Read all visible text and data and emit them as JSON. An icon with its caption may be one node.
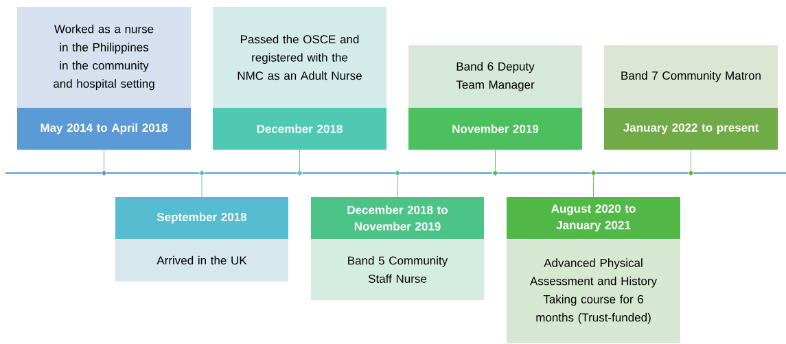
{
  "diagram": {
    "nodes": [
      {
        "text": [
          "Worked as a nurse in the Philippines in the community and hospital setting",
          "May 2014 to April 2018"
        ]
      },
      {
        "text": [
          "September 2018",
          "Arrived in the UK"
        ]
      },
      {
        "text": [
          "Passed the OSCE and registered with the NMC as an Adult Nurse",
          "December 2018"
        ]
      },
      {
        "text": [
          "December 2018 to November 2019",
          "Band 5 Community Staff Nurse"
        ]
      },
      {
        "text": [
          "Band 6 Deputy Team Manager",
          "November 2019"
        ]
      },
      {
        "text": [
          "August 2020 to January 2021",
          "Advanced Physical Assessment and History Taking course for 6 months (Trust-funded)"
        ]
      },
      {
        "text": [
          "Band 7 Community Matron",
          "January 2022 to present"
        ]
      },
      {
        "text": [],
        "shape": "diamond"
      },
      {
        "text": [],
        "shape": "diamond"
      },
      {
        "text": [],
        "shape": "diamond"
      },
      {
        "text": [],
        "shape": "diamond"
      },
      {
        "text": [],
        "shape": "diamond"
      },
      {
        "text": [],
        "shape": "diamond"
      },
      {
        "text": [],
        "shape": "diamond"
      }
    ],
    "edges": [
      {
        "from": 0,
        "to": 7,
        "arrow": "none",
        "color": "#5b9bd5"
      },
      {
        "from": 1,
        "to": 8,
        "arrow": "none",
        "color": "#56bccf"
      },
      {
        "from": 2,
        "to": 9,
        "arrow": "none",
        "color": "#4fc9b4"
      },
      {
        "from": 3,
        "to": 10,
        "arrow": "none"
      },
      {
        "from": 4,
        "to": 11,
        "arrow": "none"
      },
      {
        "from": 5,
        "to": 12,
        "arrow": "none"
      },
      {
        "from": 6,
        "to": 13,
        "arrow": "none"
      }
    ]
  }
}
